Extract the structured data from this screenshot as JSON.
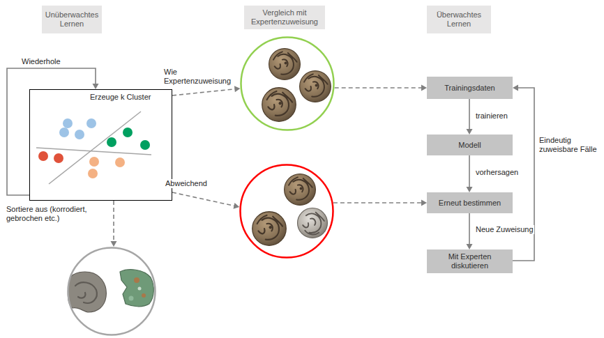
{
  "diagram": {
    "nodes": [
      {
        "text": [
          "Unüberwachtes Lernen"
        ]
      },
      {
        "text": [
          "Vergleich mit Expertenzuweisung"
        ]
      },
      {
        "text": [
          "Überwachtes Lernen"
        ]
      },
      {
        "text": [
          "Erzeuge k Cluster"
        ]
      },
      {
        "text": []
      },
      {
        "text": [
          "Trainingsdaten"
        ]
      },
      {
        "text": [
          "Modell"
        ]
      },
      {
        "text": []
      },
      {
        "text": [
          "Erneut bestimmen"
        ]
      },
      {
        "text": []
      },
      {
        "text": [
          "Mit Experten diskutieren"
        ]
      }
    ],
    "edges": [
      {
        "from": 3,
        "to": 3,
        "label": "Wiederhole",
        "arrow": "to"
      },
      {
        "from": 3,
        "to": 4,
        "label": "Wie Expertenzuweisung",
        "arrow": "to"
      },
      {
        "from": 3,
        "to": 7,
        "label": "Abweichend",
        "arrow": "to"
      },
      {
        "from": 3,
        "to": 9,
        "label": "Sortiere aus (korrodiert, gebrochen etc.)",
        "arrow": "to"
      },
      {
        "from": 4,
        "to": 5,
        "arrow": "to"
      },
      {
        "from": 7,
        "to": 8,
        "arrow": "to"
      },
      {
        "from": 5,
        "to": 6,
        "label": "trainieren",
        "arrow": "to"
      },
      {
        "from": 6,
        "to": 8,
        "label": "vorhersagen",
        "arrow": "to"
      },
      {
        "from": 8,
        "to": 10,
        "label": "Neue Zuweisung",
        "arrow": "to"
      },
      {
        "from": 10,
        "to": 5,
        "label": "Eindeutig zuweisbare Fälle",
        "arrow": "to"
      }
    ]
  }
}
